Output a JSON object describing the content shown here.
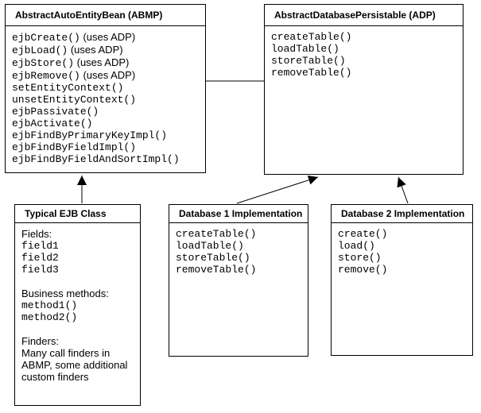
{
  "canvas": {
    "background": "#ffffff",
    "line_color": "#000000"
  },
  "classes": {
    "abmp": {
      "title": "AbstractAutoEntityBean (ABMP)",
      "members": [
        {
          "code": "ejbCreate()",
          "note": " (uses ADP)"
        },
        {
          "code": "ejbLoad()",
          "note": " (uses ADP)"
        },
        {
          "code": "ejbStore()",
          "note": " (uses ADP)"
        },
        {
          "code": "ejbRemove()",
          "note": " (uses ADP)"
        },
        {
          "code": "setEntityContext()",
          "note": ""
        },
        {
          "code": "unsetEntityContext()",
          "note": ""
        },
        {
          "code": "ejbPassivate()",
          "note": ""
        },
        {
          "code": "ejbActivate()",
          "note": ""
        },
        {
          "code": "ejbFindByPrimaryKeyImpl()",
          "note": ""
        },
        {
          "code": "ejbFindByFieldImpl()",
          "note": ""
        },
        {
          "code": "ejbFindByFieldAndSortImpl()",
          "note": ""
        }
      ]
    },
    "adp": {
      "title": "AbstractDatabasePersistable (ADP)",
      "members": [
        "createTable()",
        "loadTable()",
        "storeTable()",
        "removeTable()"
      ]
    },
    "ejb": {
      "title": "Typical EJB Class",
      "sections": [
        {
          "label": "Fields:",
          "items": [
            "field1",
            "field2",
            "field3"
          ]
        },
        {
          "label": "Business methods:",
          "items": [
            "method1()",
            "method2()"
          ]
        },
        {
          "label": "Finders:",
          "note": "Many call finders in ABMP, some additional custom finders"
        }
      ]
    },
    "db1": {
      "title": "Database 1 Implementation",
      "members": [
        "createTable()",
        "loadTable()",
        "storeTable()",
        "removeTable()"
      ]
    },
    "db2": {
      "title": "Database 2 Implementation",
      "members": [
        "create()",
        "load()",
        "store()",
        "remove()"
      ]
    }
  },
  "connectors": [
    {
      "type": "association",
      "from": "AbstractAutoEntityBean (ABMP)",
      "to": "AbstractDatabasePersistable (ADP)"
    },
    {
      "type": "inheritance",
      "from": "Typical EJB Class",
      "to": "AbstractAutoEntityBean (ABMP)"
    },
    {
      "type": "inheritance",
      "from": "Database 1 Implementation",
      "to": "AbstractDatabasePersistable (ADP)"
    },
    {
      "type": "inheritance",
      "from": "Database 2 Implementation",
      "to": "AbstractDatabasePersistable (ADP)"
    }
  ]
}
